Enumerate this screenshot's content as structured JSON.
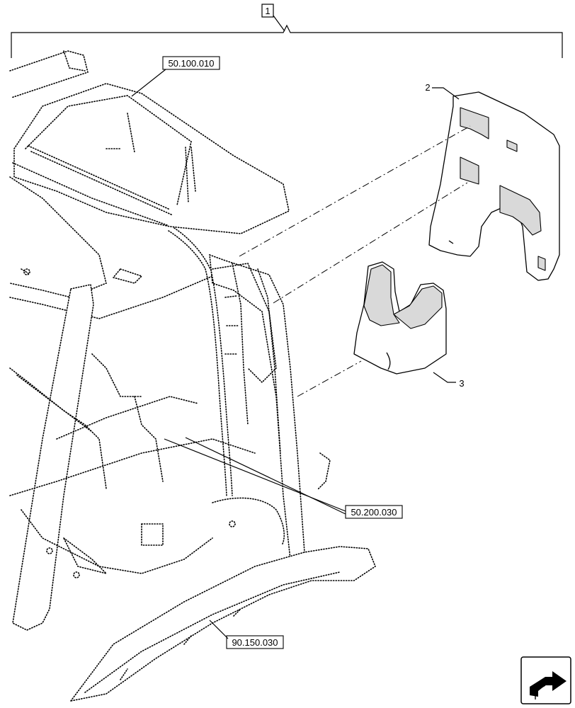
{
  "assembly_callout": "1",
  "part_callouts": [
    "2",
    "3"
  ],
  "reference_labels": [
    "50.100.010",
    "50.200.030",
    "90.150.030"
  ],
  "nav_icon": "next-page-arrow-icon"
}
